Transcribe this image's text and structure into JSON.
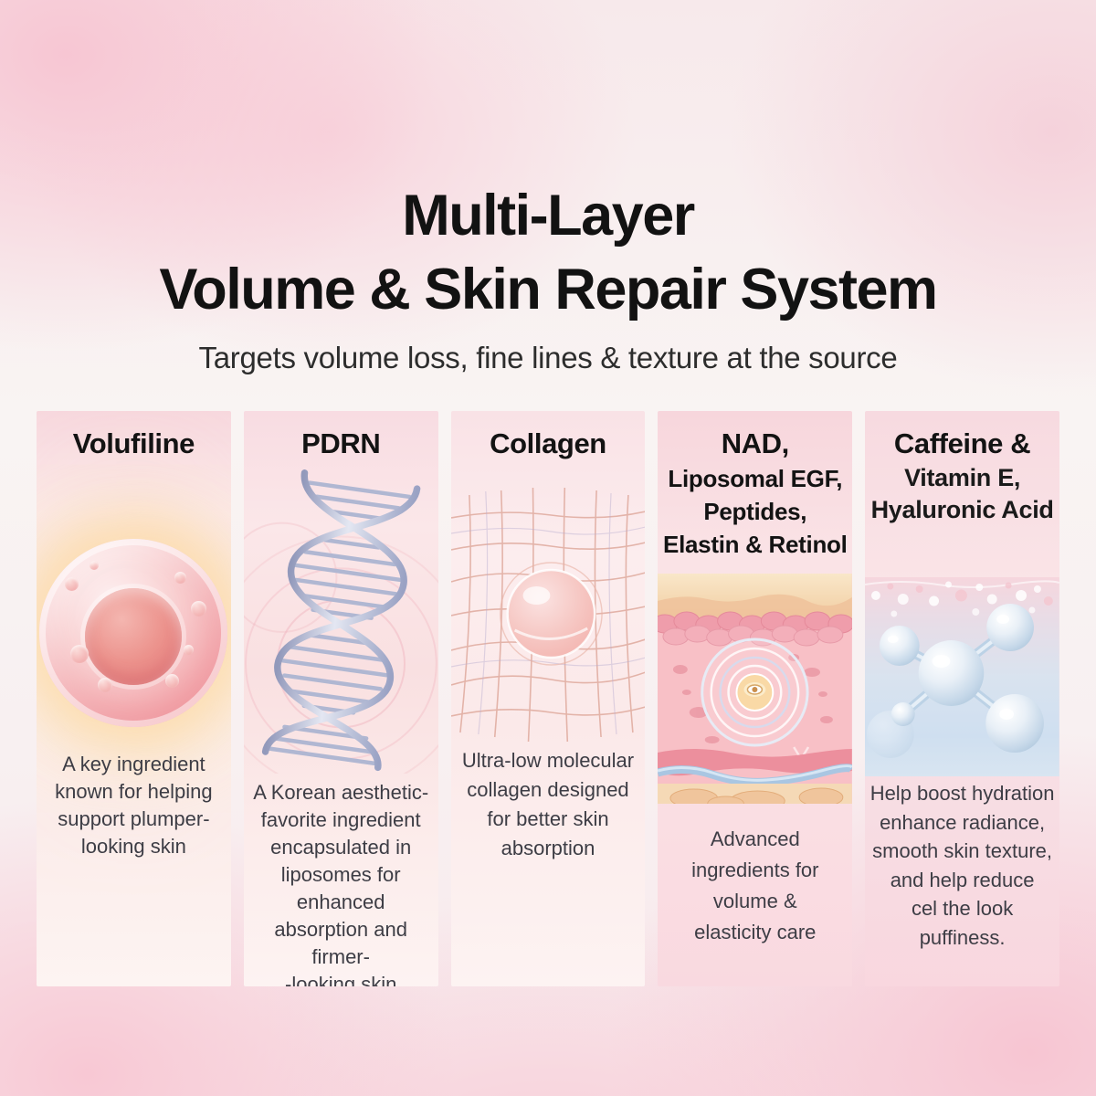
{
  "page": {
    "title_line1": "Multi-Layer",
    "title_line2": "Volume & Skin Repair System",
    "subtitle": "Targets volume loss, fine lines & texture at the source"
  },
  "colors": {
    "background_pink": "#f8cbd6",
    "card_pink": "#f8dde3",
    "title_text": "#121212",
    "body_text": "#3d3d45",
    "cell_pink": "#f3a9ad",
    "nucleus_pink": "#e8827e",
    "glow_warm": "#f9ddb0",
    "dna_silver": "#b0b7d2",
    "mesh_salmon": "#dba193",
    "skin_beige": "#f6debc",
    "skin_pink": "#f8c0c6",
    "vessel_blue": "#a9c6e2",
    "molecule_blue": "#b9cfe4"
  },
  "columns": [
    {
      "id": "volufiline",
      "illustration": "cell",
      "title_lines": [
        "Volufiline"
      ],
      "description_lines": [
        "A key ingredient",
        "known for helping",
        "support plumper-",
        "looking skin"
      ]
    },
    {
      "id": "pdrn",
      "illustration": "dna-helix",
      "title_lines": [
        "PDRN"
      ],
      "description_lines": [
        "A Korean aesthetic-",
        "favorite ingredient",
        "encapsulated in",
        "liposomes for enhanced",
        "absorption and firmer-",
        "-looking skin"
      ]
    },
    {
      "id": "collagen",
      "illustration": "collagen-mesh",
      "title_lines": [
        "Collagen"
      ],
      "description_lines": [
        "Ultra-low molecular",
        "collagen designed",
        "for better skin",
        "absorption"
      ]
    },
    {
      "id": "nad-complex",
      "illustration": "skin-cross-section",
      "title_lines": [
        "NAD,",
        "Liposomal EGF,",
        "Peptides,",
        "Elastin & Retinol"
      ],
      "description_lines": [
        "Advanced",
        "ingredients for",
        "volume &",
        "elasticity care"
      ]
    },
    {
      "id": "caffeine-complex",
      "illustration": "molecule",
      "title_lines": [
        "Caffeine &",
        "Vitamin E,",
        "Hyaluronic Acid"
      ],
      "description_lines": [
        "Help boost hydration",
        "enhance radiance,",
        "smooth skin texture,",
        "and help reduce",
        "cel the look",
        "puffiness."
      ]
    }
  ]
}
